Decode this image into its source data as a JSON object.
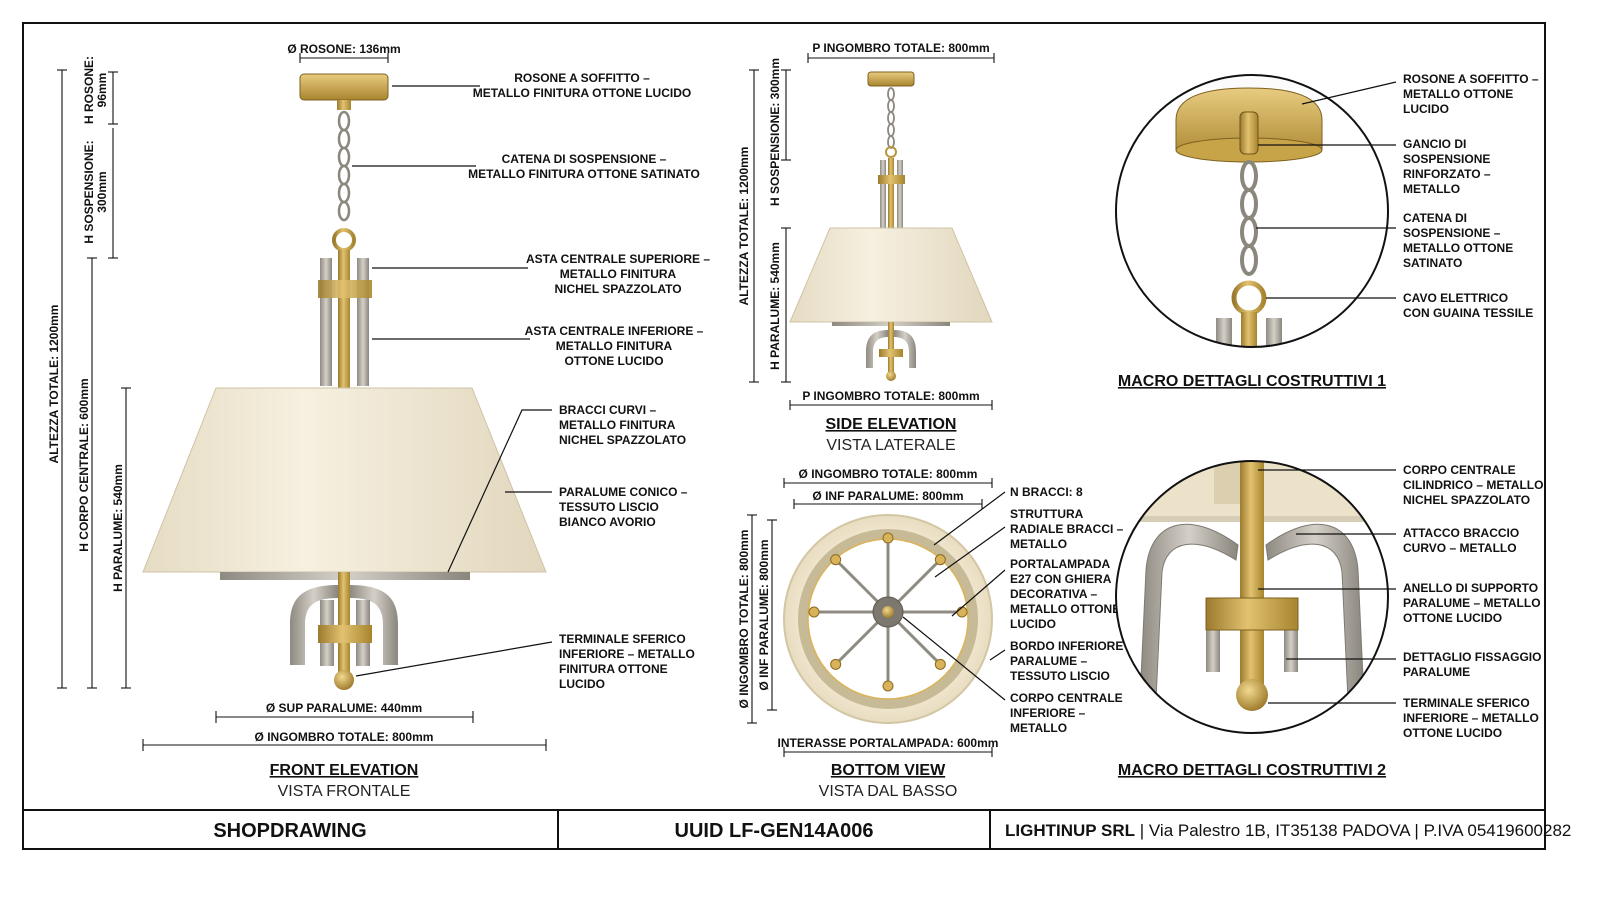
{
  "title_block": {
    "left": "SHOPDRAWING",
    "middle": "UUID LF-GEN14A006",
    "company": "LIGHTINUP SRL",
    "address": " | Via Palestro 1B, IT35138 PADOVA | P.IVA 05419600282"
  },
  "front": {
    "title": "FRONT ELEVATION",
    "subtitle": "VISTA FRONTALE",
    "dims": {
      "rosone": "Ø ROSONE: 136mm",
      "h_rosone_1": "H ROSONE:",
      "h_rosone_2": "96mm",
      "h_sosp_1": "H SOSPENSIONE:",
      "h_sosp_2": "300mm",
      "h_totale": "ALTEZZA TOTALE: 1200mm",
      "h_corpo": "H CORPO CENTRALE: 600mm",
      "h_paralume": "H PARALUME: 540mm",
      "sup_paralume": "Ø SUP PARALUME: 440mm",
      "ingombro": "Ø INGOMBRO TOTALE: 800mm"
    },
    "labels": [
      [
        "ROSONE A SOFFITTO –",
        "METALLO FINITURA OTTONE LUCIDO"
      ],
      [
        "CATENA DI SOSPENSIONE –",
        "METALLO FINITURA OTTONE SATINATO"
      ],
      [
        "ASTA CENTRALE SUPERIORE –",
        "METALLO FINITURA",
        "NICHEL SPAZZOLATO"
      ],
      [
        "ASTA CENTRALE INFERIORE –",
        "METALLO FINITURA",
        "OTTONE LUCIDO"
      ],
      [
        "BRACCI CURVI –",
        "METALLO FINITURA",
        "NICHEL SPAZZOLATO"
      ],
      [
        "PARALUME CONICO –",
        "TESSUTO LISCIO",
        "BIANCO AVORIO"
      ],
      [
        "TERMINALE SFERICO",
        "INFERIORE – METALLO",
        "FINITURA OTTONE",
        "LUCIDO"
      ]
    ]
  },
  "side": {
    "title": "SIDE ELEVATION",
    "subtitle": "VISTA LATERALE",
    "dims": {
      "p_top": "P INGOMBRO TOTALE: 800mm",
      "p_bottom": "P INGOMBRO TOTALE: 800mm",
      "h_totale": "ALTEZZA TOTALE: 1200mm",
      "h_sosp": "H SOSPENSIONE: 300mm",
      "h_paralume": "H PARALUME: 540mm"
    }
  },
  "bottom": {
    "title": "BOTTOM VIEW",
    "subtitle": "VISTA DAL BASSO",
    "dims": {
      "ingombro": "Ø INGOMBRO TOTALE: 800mm",
      "inf_paralume": "Ø INF PARALUME: 800mm",
      "v_ingombro": "Ø INGOMBRO TOTALE: 800mm",
      "v_inf": "Ø INF PARALUME: 800mm",
      "interasse": "INTERASSE PORTALAMPADA: 600mm"
    },
    "labels": [
      [
        "N BRACCI: 8"
      ],
      [
        "STRUTTURA",
        "RADIALE BRACCI –",
        "METALLO"
      ],
      [
        "PORTALAMPADA",
        "E27 CON GHIERA",
        "DECORATIVA –",
        "METALLO OTTONE",
        "LUCIDO"
      ],
      [
        "BORDO INFERIORE",
        "PARALUME –",
        "TESSUTO LISCIO"
      ],
      [
        "CORPO CENTRALE",
        "INFERIORE –",
        "METALLO"
      ]
    ]
  },
  "macro1": {
    "title": "MACRO DETTAGLI COSTRUTTIVI 1",
    "labels": [
      [
        "ROSONE A SOFFITTO –",
        "METALLO OTTONE",
        "LUCIDO"
      ],
      [
        "GANCIO DI",
        "SOSPENSIONE",
        "RINFORZATO –",
        "METALLO"
      ],
      [
        "CATENA DI",
        "SOSPENSIONE –",
        "METALLO OTTONE",
        "SATINATO"
      ],
      [
        "CAVO ELETTRICO",
        "CON GUAINA TESSILE"
      ]
    ]
  },
  "macro2": {
    "title": "MACRO DETTAGLI COSTRUTTIVI 2",
    "labels": [
      [
        "CORPO CENTRALE",
        "CILINDRICO – METALLO",
        "NICHEL SPAZZOLATO"
      ],
      [
        "ATTACCO BRACCIO",
        "CURVO – METALLO"
      ],
      [
        "ANELLO DI SUPPORTO",
        "PARALUME – METALLO",
        "OTTONE LUCIDO"
      ],
      [
        "DETTAGLIO FISSAGGIO",
        "PARALUME"
      ],
      [
        "TERMINALE SFERICO",
        "INFERIORE – METALLO",
        "OTTONE LUCIDO"
      ]
    ]
  },
  "colors": {
    "brass": "#c9a14a",
    "nickel": "#a8a49c",
    "shade": "#f1ead8",
    "line": "#111111"
  }
}
